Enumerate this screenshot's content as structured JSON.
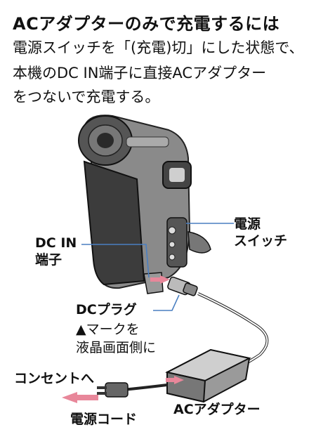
{
  "heading": "ACアダプターのみで充電するには",
  "body": {
    "line1": "電源スイッチを「(充電)切」にした状態で、",
    "line2": "本機のDC IN端子に直接ACアダプター",
    "line3": "をつないで充電する。"
  },
  "callouts": {
    "power_switch_1": "電源",
    "power_switch_2": "スイッチ",
    "dc_in_1": "DC IN",
    "dc_in_2": "端子",
    "dc_plug": "DCプラグ",
    "mark_note_1": "▲マークを",
    "mark_note_2": "液晶画面側に",
    "to_outlet": "コンセントへ",
    "power_cord": "電源コード",
    "ac_adapter": "ACアダプター"
  },
  "colors": {
    "arrow": "#e8879a",
    "leader": "#4a7fc1",
    "camera_dark": "#333333",
    "camera_mid": "#8a8a8a",
    "camera_light": "#cfcfcf"
  }
}
